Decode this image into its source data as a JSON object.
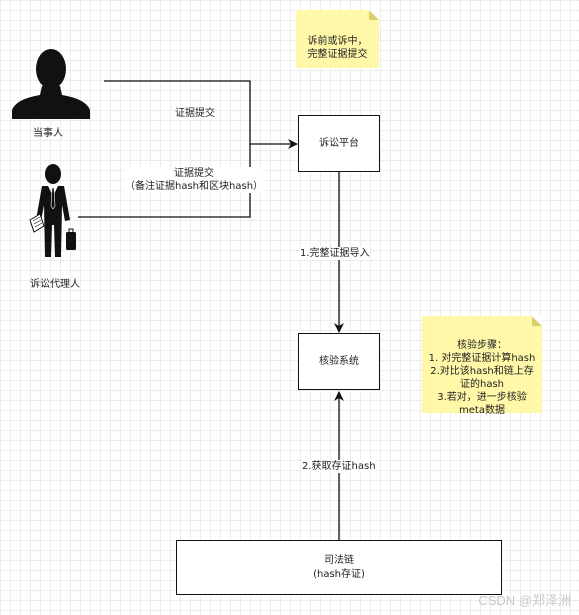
{
  "actors": {
    "party": "当事人",
    "agent": "诉讼代理人"
  },
  "nodes": {
    "platform": "诉讼平台",
    "verify": "核验系统",
    "chain": "司法链\n(hash存证)"
  },
  "edges": {
    "party_submit": "证据提交",
    "agent_submit": "证据提交\n（备注证据hash和区块hash）",
    "import": "1.完整证据导入",
    "fetch": "2.获取存证hash"
  },
  "notes": {
    "top": "诉前或诉中，\n完整证据提交",
    "steps": "核验步骤：\n1. 对完整证据计算hash\n2.对比该hash和链上存\n证的hash\n3.若对，进一步核验\nmeta数据"
  },
  "watermark": "CSDN @郑泽洲",
  "colors": {
    "note": "#fff8a8",
    "line": "#111111"
  }
}
